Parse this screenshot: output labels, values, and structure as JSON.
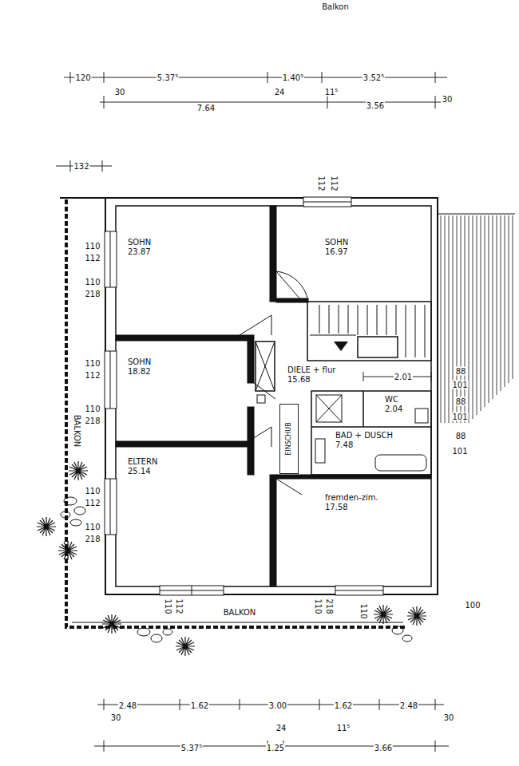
{
  "diagram": {
    "nodes": [
      {
        "text": [
          "SOHN",
          "23.87"
        ]
      },
      {
        "text": [
          "SOHN",
          "16.97"
        ]
      },
      {
        "text": [
          "SOHN",
          "18.82"
        ]
      },
      {
        "text": [
          "DIELE + flur",
          "15.68"
        ]
      },
      {
        "text": [
          "WC",
          "2.04"
        ]
      },
      {
        "text": [
          "EINSCHUB"
        ]
      },
      {
        "text": [
          "BAD + DUSCH",
          "7.48"
        ]
      },
      {
        "text": [
          "ELTERN",
          "25.14"
        ]
      },
      {
        "text": [
          "fremden-zim.",
          "17.58"
        ]
      }
    ],
    "labels": [
      "Balkon",
      "120",
      "5.37⁵",
      "1.40⁵",
      "3.52⁵",
      "30",
      "24",
      "11⁵",
      "3.56",
      "30",
      "7.64",
      "132",
      "112",
      "112",
      "110",
      "112",
      "110",
      "218",
      "110",
      "112",
      "110",
      "218",
      "BALKON",
      "2.01",
      "88",
      "101",
      "88",
      "101",
      "88",
      "101",
      "110",
      "112",
      "110",
      "218",
      "110",
      "112",
      "110",
      "218",
      "110",
      "100",
      "BALKON",
      "2.48",
      "1.62",
      "3.00",
      "1.62",
      "2.48",
      "30",
      "24",
      "11⁵",
      "30",
      "5.37⁵",
      "1.25",
      "3.66"
    ]
  }
}
